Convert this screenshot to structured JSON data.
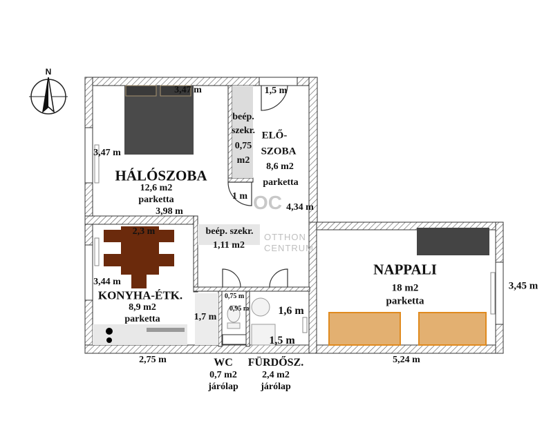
{
  "colors": {
    "wall_hatch": "#555555",
    "bed": "#4a4a4a",
    "table": "#6b2a0c",
    "sofa": "#444444",
    "rug": "#e3b071",
    "rug_border": "#e08a1e",
    "closet": "#dcdcdc",
    "watermark": "#c0c0c0"
  },
  "compass": {
    "label": "N"
  },
  "watermark": {
    "logo": "OC",
    "line1": "OTTHON",
    "line2": "CENTRUM"
  },
  "rooms": {
    "bedroom": {
      "name": "HÁLÓSZOBA",
      "area": "12,6 m2",
      "floor": "parketta",
      "dim_top": "3,47 m",
      "dim_left": "3,47 m",
      "dim_bottom": "3,98 m"
    },
    "closet1": {
      "l1": "beép.",
      "l2": "szekr.",
      "l3": "0,75",
      "l4": "m2"
    },
    "hall": {
      "l1": "ELŐ-",
      "l2": "SZOBA",
      "area": "8,6 m2",
      "floor": "parketta",
      "dim_top": "1,5 m",
      "dim_door": "1 m",
      "dim_right": "4,34 m"
    },
    "closet2": {
      "name": "beép. szekr.",
      "area": "1,11 m2"
    },
    "kitchen": {
      "name": "KONYHA-ÉTK.",
      "area": "8,9 m2",
      "floor": "parketta",
      "dim_table": "2,3 m",
      "dim_left": "3,44 m",
      "dim_counter": "1,7 m",
      "dim_bottom": "2,75 m"
    },
    "wc": {
      "name": "WC",
      "area": "0,7 m2",
      "floor": "járólap",
      "dim_w": "0,75 m",
      "dim_h": "0,95 m"
    },
    "bath": {
      "name": "FÜRDŐSZ.",
      "area": "2,4 m2",
      "floor": "járólap",
      "dim_h": "1,6 m",
      "dim_w": "1,5 m"
    },
    "living": {
      "name": "NAPPALI",
      "area": "18 m2",
      "floor": "parketta",
      "dim_right": "3,45 m",
      "dim_bottom": "5,24 m"
    }
  }
}
